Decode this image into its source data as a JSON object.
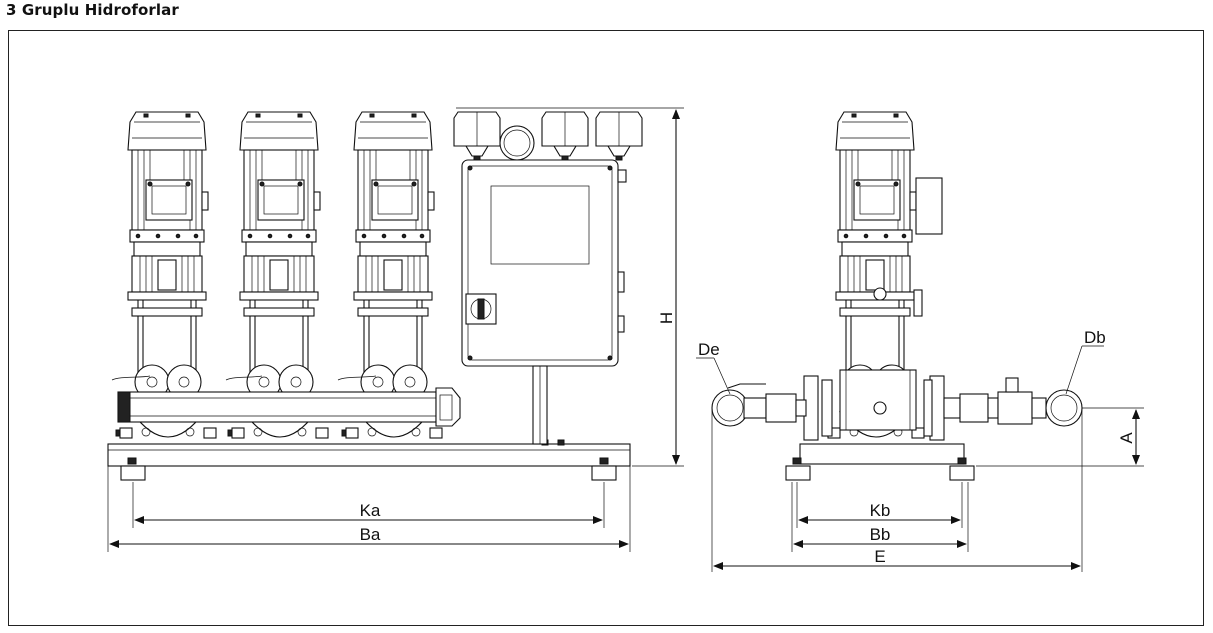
{
  "heading": "3 Gruplu Hidroforlar",
  "dimensions": {
    "H": "H",
    "A": "A",
    "Ka": "Ka",
    "Ba": "Ba",
    "Kb": "Kb",
    "Bb": "Bb",
    "E": "E",
    "De": "De",
    "Db": "Db"
  }
}
